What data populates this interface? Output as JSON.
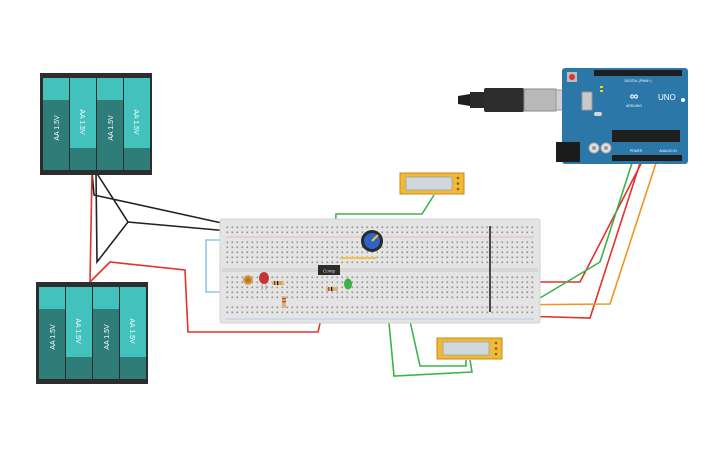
{
  "battery_label": "AA 1.5V",
  "arduino": {
    "model": "UNO",
    "brand": "ARDUINO",
    "header_digital": "DIGITAL (PWM~)",
    "header_power": "POWER",
    "header_analog": "ANALOG IN"
  },
  "ic_label": "Comp",
  "colors": {
    "battery_case": "#2d2d2d",
    "cell_dark": "#2e7d78",
    "cell_light": "#43c2bd",
    "breadboard": "#e4e4e4",
    "arduino_board": "#2b78a8",
    "wire_red": "#e0332e",
    "wire_green": "#3bb34a",
    "wire_orange": "#f0941e",
    "wire_black": "#222222",
    "wire_blue": "#8ac9e6",
    "sensor_frame": "#f0b93a"
  }
}
